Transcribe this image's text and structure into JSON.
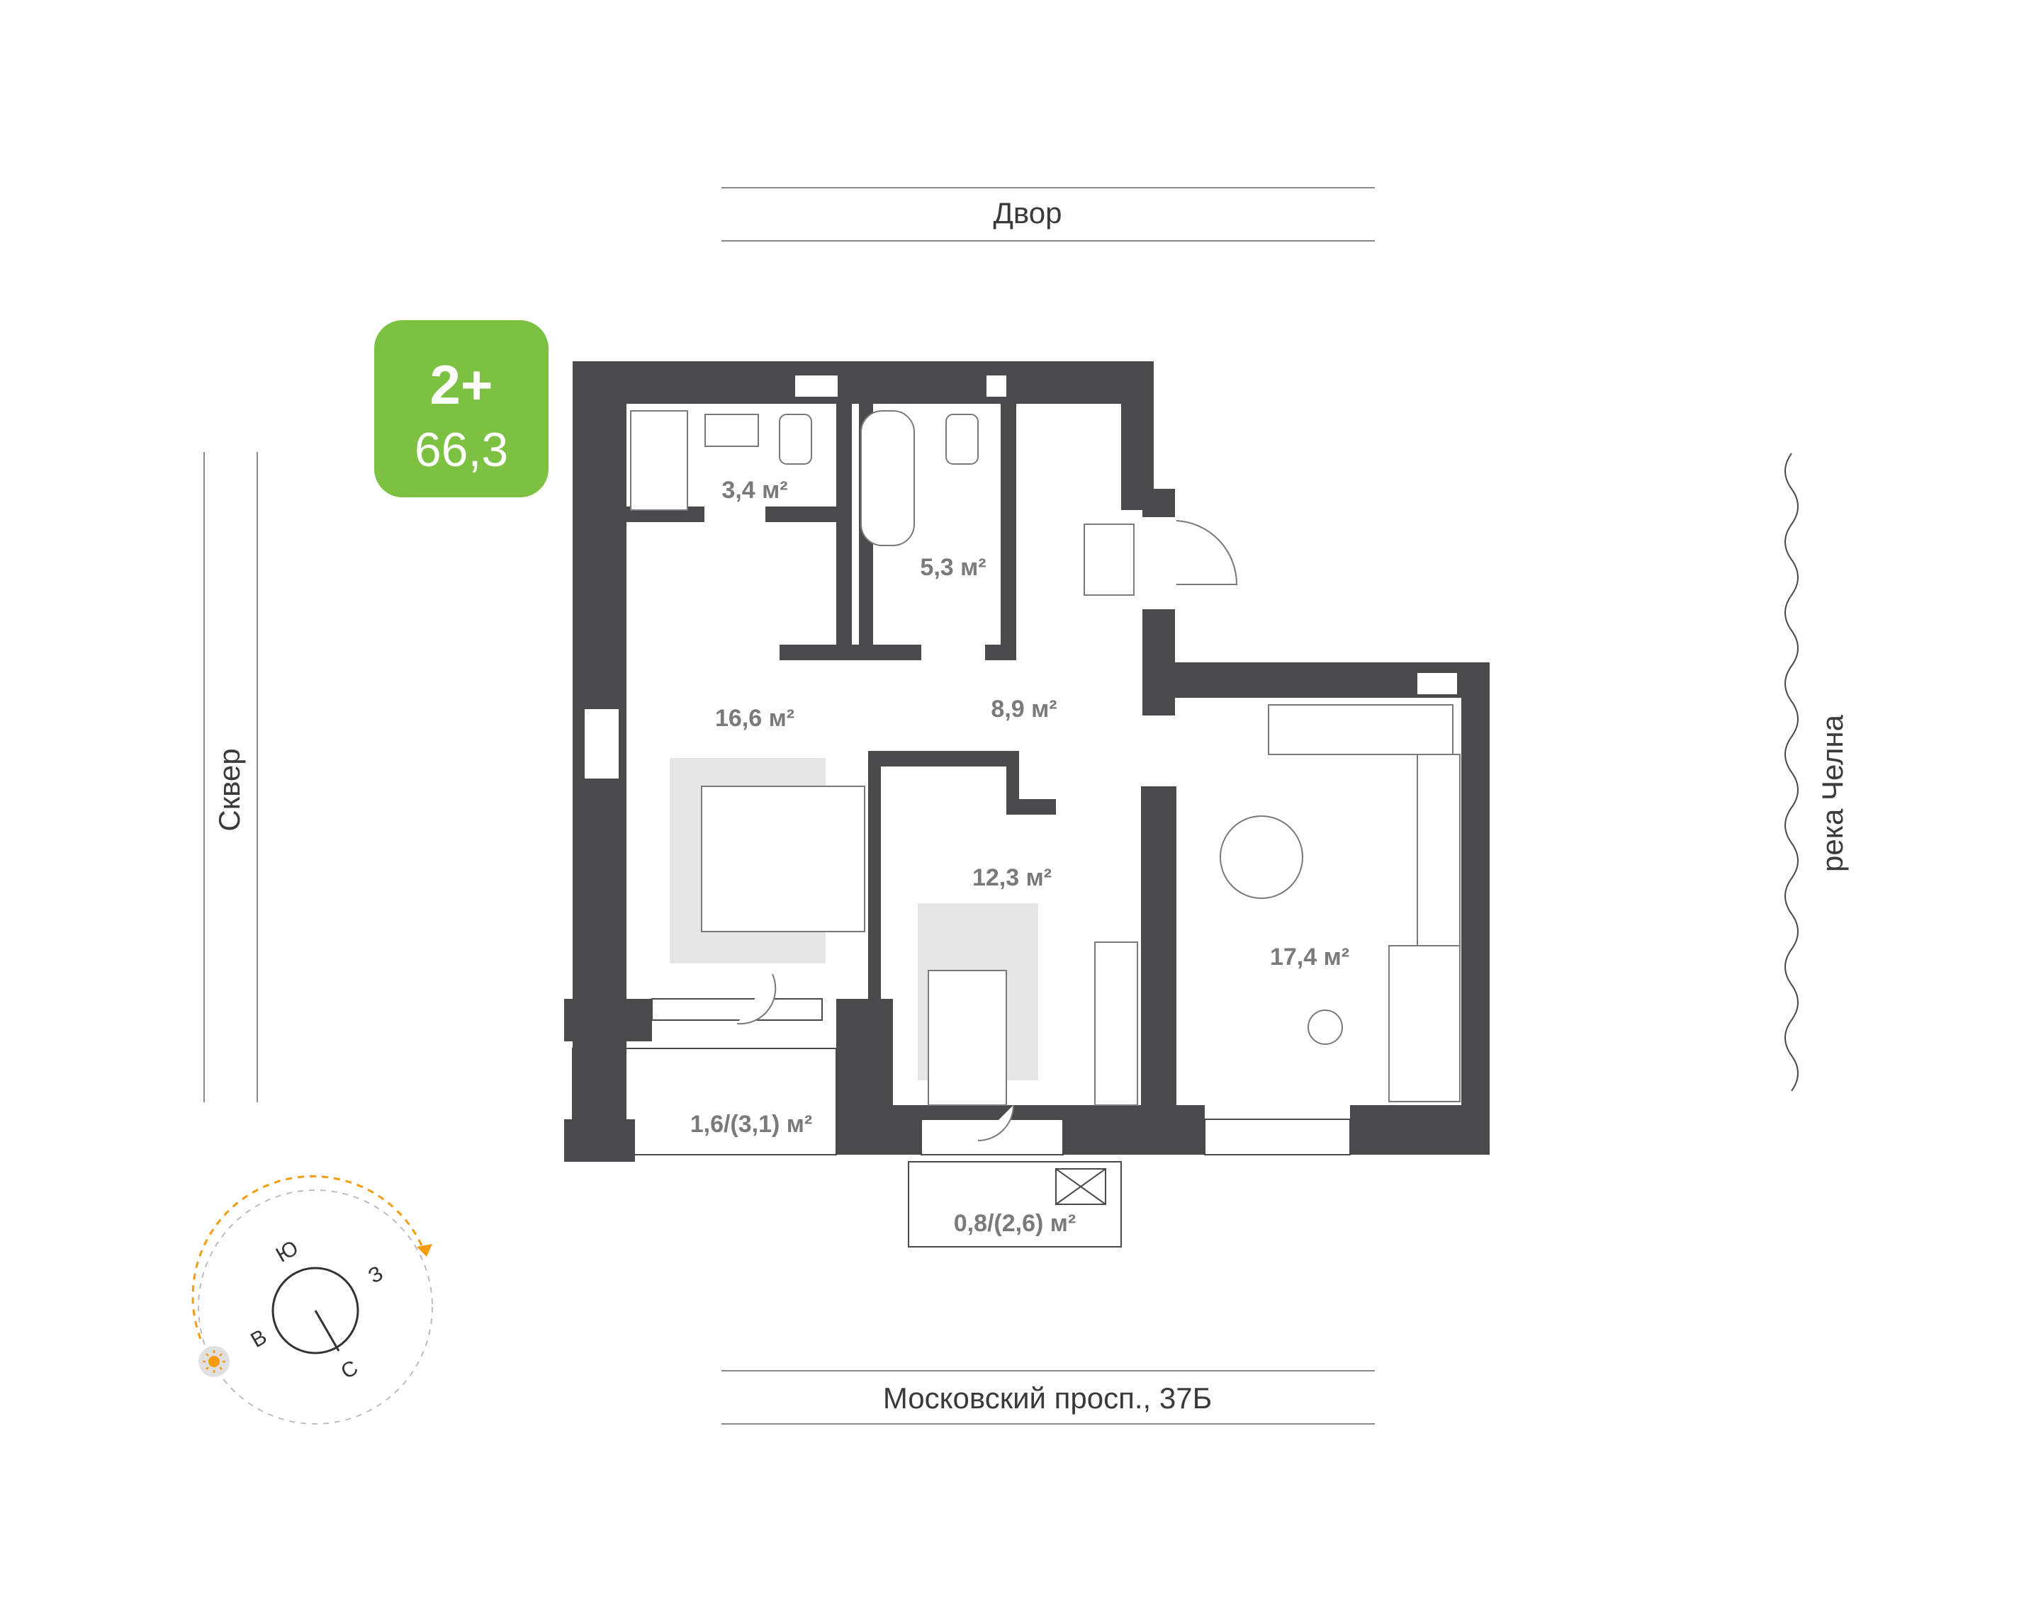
{
  "badge": {
    "type": "2+",
    "area": "66,3",
    "color": "#7dc142"
  },
  "surroundings": {
    "top": "Двор",
    "bottom": "Московский просп., 37Б",
    "left": "Сквер",
    "right": "река Челна"
  },
  "rooms": {
    "bathroom1": "3,4 м²",
    "bathroom2": "5,3 м²",
    "bedroom": "16,6 м²",
    "hall": "8,9 м²",
    "study": "12,3 м²",
    "kitchen": "17,4 м²",
    "balcony1": "1,6/(3,1) м²",
    "balcony2": "0,8/(2,6) м²"
  },
  "compass": {
    "north": "С",
    "south": "Ю",
    "east": "В",
    "west": "З",
    "sun_color": "#f39c12"
  },
  "colors": {
    "wall": "#4a4a4c",
    "rug": "#e6e6e6",
    "text_area": "#7a7a7c"
  }
}
